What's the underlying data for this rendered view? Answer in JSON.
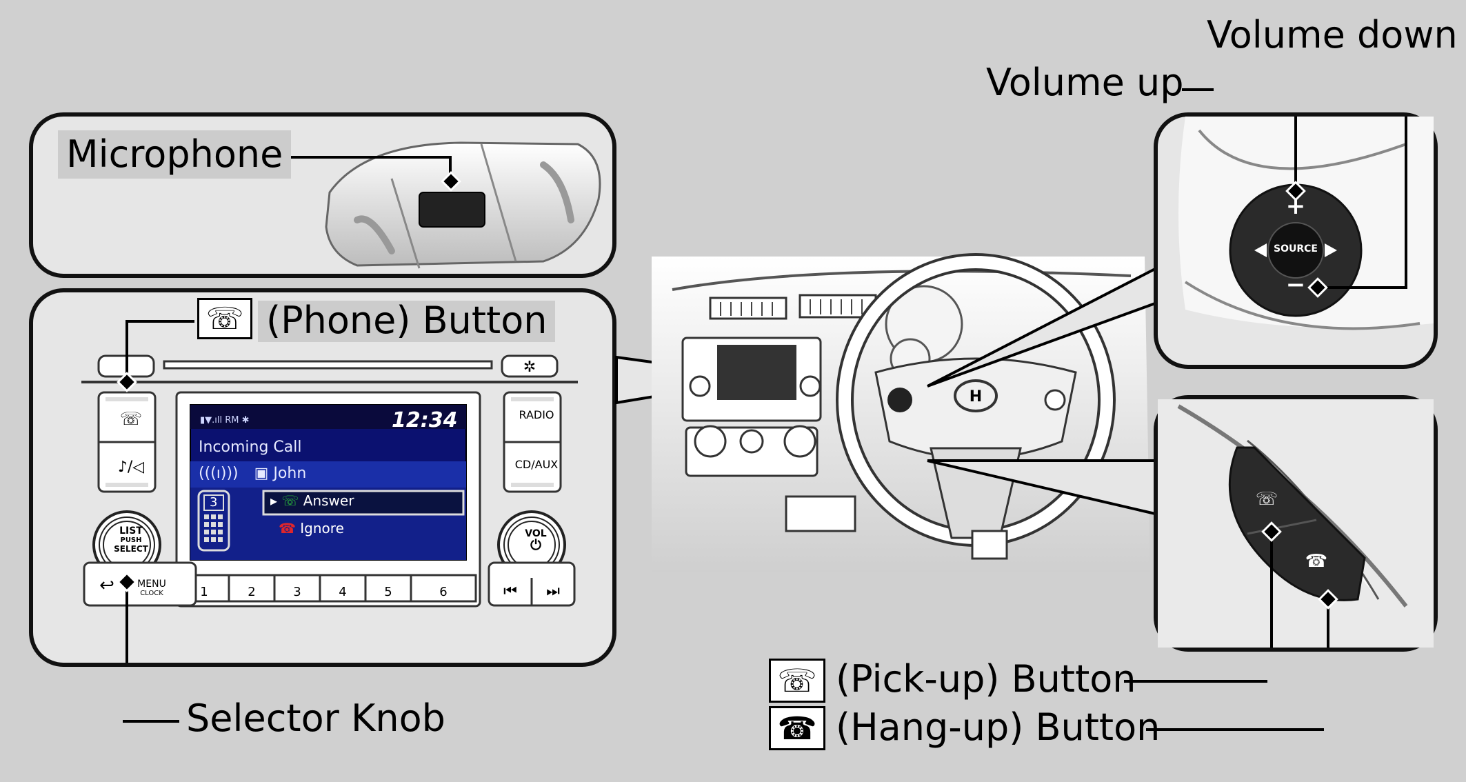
{
  "labels": {
    "microphone": "Microphone",
    "phone_button": "(Phone) Button",
    "selector_knob": "Selector Knob",
    "volume_up": "Volume up",
    "volume_down": "Volume down",
    "pickup_button": "(Pick-up) Button",
    "hangup_button": "(Hang-up) Button"
  },
  "audio_unit": {
    "screen": {
      "clock": "12:34",
      "status_rm": "RM",
      "title": "Incoming Call",
      "caller": "John",
      "phone_number_digit": "3",
      "answer": "Answer",
      "ignore": "Ignore"
    },
    "presets": [
      "1",
      "2",
      "3",
      "4",
      "5",
      "6"
    ],
    "buttons": {
      "radio": "RADIO",
      "cd_aux": "CD/AUX",
      "knob_line1": "LIST",
      "knob_line2": "PUSH",
      "knob_line3": "SELECT",
      "menu": "MENU",
      "clock": "CLOCK",
      "vol": "VOL"
    }
  },
  "steering": {
    "source": "SOURCE",
    "plus": "+",
    "minus": "−"
  },
  "colors": {
    "background": "#d0d0d0",
    "panel": "#e6e6e6",
    "lcd_blue": "#1a2fa8",
    "answer_green": "#2bbd3a",
    "ignore_red": "#e0262b"
  }
}
